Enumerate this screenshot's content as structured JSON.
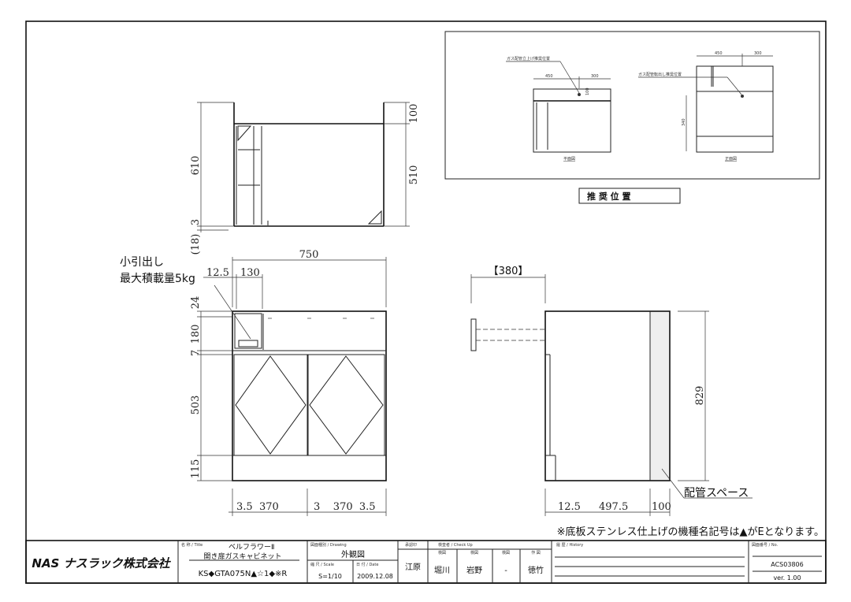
{
  "plan_view": {
    "dim_610": "610",
    "dim_3": "3",
    "dim_18": "(18)",
    "dim_100": "100",
    "dim_510": "510"
  },
  "front_view": {
    "dim_750": "750",
    "dim_12_5": "12.5",
    "dim_130": "130",
    "dim_24": "24",
    "dim_180": "180",
    "dim_7": "7",
    "dim_503": "503",
    "dim_115": "115",
    "bottom_left": "3.5  370",
    "bottom_right": "3    370  3.5",
    "note_line1": "小引出し",
    "note_line2": "最大積載量5kg"
  },
  "side_view": {
    "dim_380": "【380】",
    "dim_829": "829",
    "bottom_12_5": "12.5",
    "bottom_497_5": "497.5",
    "bottom_100": "100",
    "pipe_space": "配管スペース"
  },
  "inset": {
    "plan_label": "ガス配管立上げ推奨位置",
    "plan_450": "450",
    "plan_300": "300",
    "plan_100": "100",
    "plan_title": "平面図",
    "front_label": "ガス配管転出し推奨位置",
    "front_450": "450",
    "front_300": "300",
    "front_340": "340",
    "front_title": "正面図",
    "caption": "推 奨 位 置"
  },
  "footnote": "※底板ステンレス仕上げの機種名記号は▲がEとなります。",
  "title_block": {
    "logo": "NAS ナスラック株式会社",
    "title_label": "名 称 / Title",
    "title_line1": "ベルフラワーⅡ",
    "title_line2": "開き扉ガスキャビネット",
    "model": "KS◆GTA075N▲☆1◆※R",
    "drawing_label": "図面種別 / Drawing",
    "drawing": "外観図",
    "scale_label": "縮 尺 / Scale",
    "scale": "S=1/10",
    "date_label": "日 付 / Date",
    "date": "2009.12.08",
    "approve_label": "承認印",
    "approver": "江原",
    "check_label": "検査者 / Check Up",
    "check_cols": [
      "検図",
      "検図",
      "検図",
      "作 図"
    ],
    "checkers": [
      "堀川",
      "岩野",
      "-",
      "徳竹"
    ],
    "history_label": "履 歴 / History",
    "no_label": "図面番号 / No.",
    "number": "ACS03806",
    "version": "ver. 1.00"
  }
}
